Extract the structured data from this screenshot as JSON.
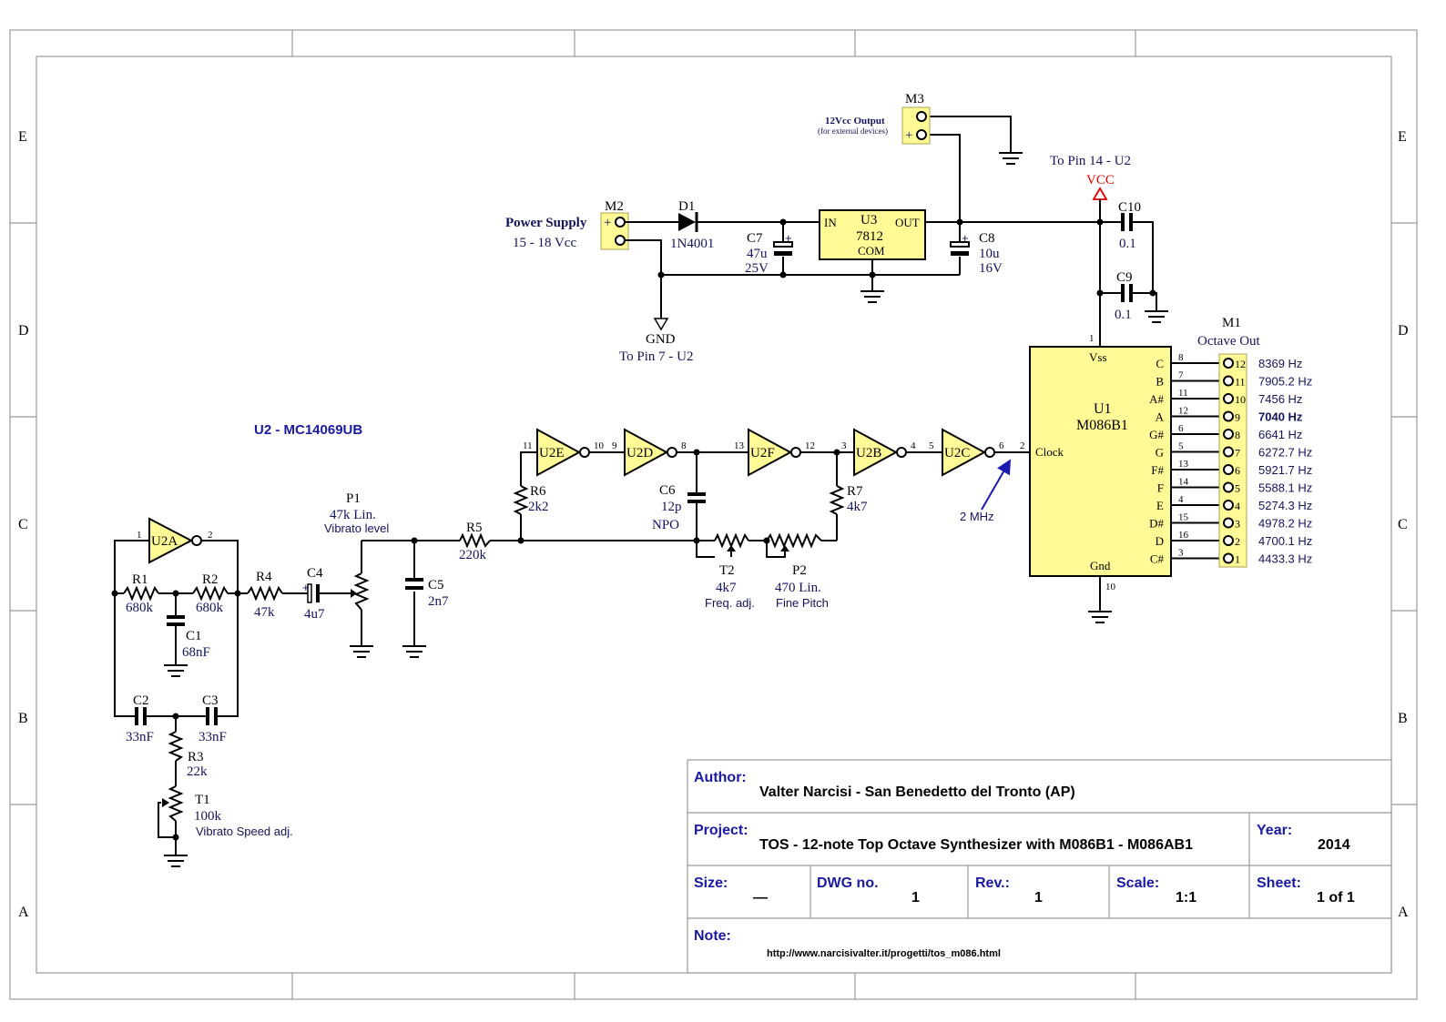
{
  "frame": {
    "zone_letters": [
      "E",
      "D",
      "C",
      "B",
      "A"
    ]
  },
  "u2_title": "U2 - MC14069UB",
  "power": {
    "supply_title": "Power Supply",
    "supply_voltage": "15 - 18 Vcc",
    "m2": "M2",
    "d1": "D1",
    "d1_value": "1N4001",
    "c7": "C7",
    "c7_cap": "47u",
    "c7_volt": "25V",
    "u3": "U3",
    "u3_value": "7812",
    "u3_in": "IN",
    "u3_out": "OUT",
    "u3_com": "COM",
    "c8": "C8",
    "c8_cap": "10u",
    "c8_volt": "16V",
    "gnd": "GND",
    "gnd_note": "To Pin 7 - U2",
    "m3": "M3",
    "m3_title": "12Vcc Output",
    "m3_note": "(for external devices)",
    "vcc_note": "To Pin 14 - U2",
    "vcc": "VCC",
    "c10": "C10",
    "c10_value": "0.1",
    "c9": "C9",
    "c9_value": "0.1",
    "plus": "+"
  },
  "u1": {
    "name": "U1",
    "value": "M086B1",
    "vss": "Vss",
    "gnd": "Gnd",
    "clock": "Clock",
    "pin_vss": "1",
    "pin_gnd": "10",
    "pin_clock": "2",
    "freq_note": "2 MHz",
    "outputs": [
      {
        "note": "C",
        "pin": "8",
        "m1pin": "12",
        "freq": "8369 Hz"
      },
      {
        "note": "B",
        "pin": "7",
        "m1pin": "11",
        "freq": "7905.2 Hz"
      },
      {
        "note": "A#",
        "pin": "11",
        "m1pin": "10",
        "freq": "7456 Hz"
      },
      {
        "note": "A",
        "pin": "12",
        "m1pin": "9",
        "freq": "7040 Hz"
      },
      {
        "note": "G#",
        "pin": "6",
        "m1pin": "8",
        "freq": "6641 Hz"
      },
      {
        "note": "G",
        "pin": "5",
        "m1pin": "7",
        "freq": "6272.7 Hz"
      },
      {
        "note": "F#",
        "pin": "13",
        "m1pin": "6",
        "freq": "5921.7 Hz"
      },
      {
        "note": "F",
        "pin": "14",
        "m1pin": "5",
        "freq": "5588.1 Hz"
      },
      {
        "note": "E",
        "pin": "4",
        "m1pin": "4",
        "freq": "5274.3 Hz"
      },
      {
        "note": "D#",
        "pin": "15",
        "m1pin": "3",
        "freq": "4978.2 Hz"
      },
      {
        "note": "D",
        "pin": "16",
        "m1pin": "2",
        "freq": "4700.1 Hz"
      },
      {
        "note": "C#",
        "pin": "3",
        "m1pin": "1",
        "freq": "4433.3 Hz"
      }
    ]
  },
  "m1": {
    "name": "M1",
    "title": "Octave Out"
  },
  "inverters": {
    "u2a": "U2A",
    "u2a_in": "1",
    "u2a_out": "2",
    "u2e": "U2E",
    "u2e_in": "11",
    "u2e_out": "10",
    "u2d": "U2D",
    "u2d_in": "9",
    "u2d_out": "8",
    "u2f": "U2F",
    "u2f_in": "13",
    "u2f_out": "12",
    "u2b": "U2B",
    "u2b_in": "3",
    "u2b_out": "4",
    "u2c": "U2C",
    "u2c_in": "5",
    "u2c_out": "6"
  },
  "components": {
    "r1": "R1",
    "r1_value": "680k",
    "r2": "R2",
    "r2_value": "680k",
    "c1": "C1",
    "c1_value": "68nF",
    "c2": "C2",
    "c2_value": "33nF",
    "c3": "C3",
    "c3_value": "33nF",
    "r3": "R3",
    "r3_value": "22k",
    "t1": "T1",
    "t1_value": "100k",
    "t1_desc": "Vibrato Speed adj.",
    "r4": "R4",
    "r4_value": "47k",
    "c4": "C4",
    "c4_value": "4u7",
    "p1": "P1",
    "p1_value": "47k Lin.",
    "p1_desc": "Vibrato level",
    "c5": "C5",
    "c5_value": "2n7",
    "r5": "R5",
    "r5_value": "220k",
    "r6": "R6",
    "r6_value": "2k2",
    "c6": "C6",
    "c6_value": "12p",
    "c6_type": "NPO",
    "t2": "T2",
    "t2_value": "4k7",
    "t2_desc": "Freq. adj.",
    "p2": "P2",
    "p2_value": "470 Lin.",
    "p2_desc": "Fine Pitch",
    "r7": "R7",
    "r7_value": "4k7"
  },
  "title_block": {
    "author_label": "Author:",
    "author": "Valter Narcisi - San Benedetto del Tronto (AP)",
    "project_label": "Project:",
    "project": "TOS - 12-note Top Octave Synthesizer with M086B1 - M086AB1",
    "year_label": "Year:",
    "year": "2014",
    "size_label": "Size:",
    "size": "—",
    "dwg_label": "DWG no.",
    "dwg": "1",
    "rev_label": "Rev.:",
    "rev": "1",
    "scale_label": "Scale:",
    "scale": "1:1",
    "sheet_label": "Sheet:",
    "sheet": "1 of 1",
    "note_label": "Note:",
    "note": "http://www.narcisivalter.it/progetti/tos_m086.html"
  }
}
